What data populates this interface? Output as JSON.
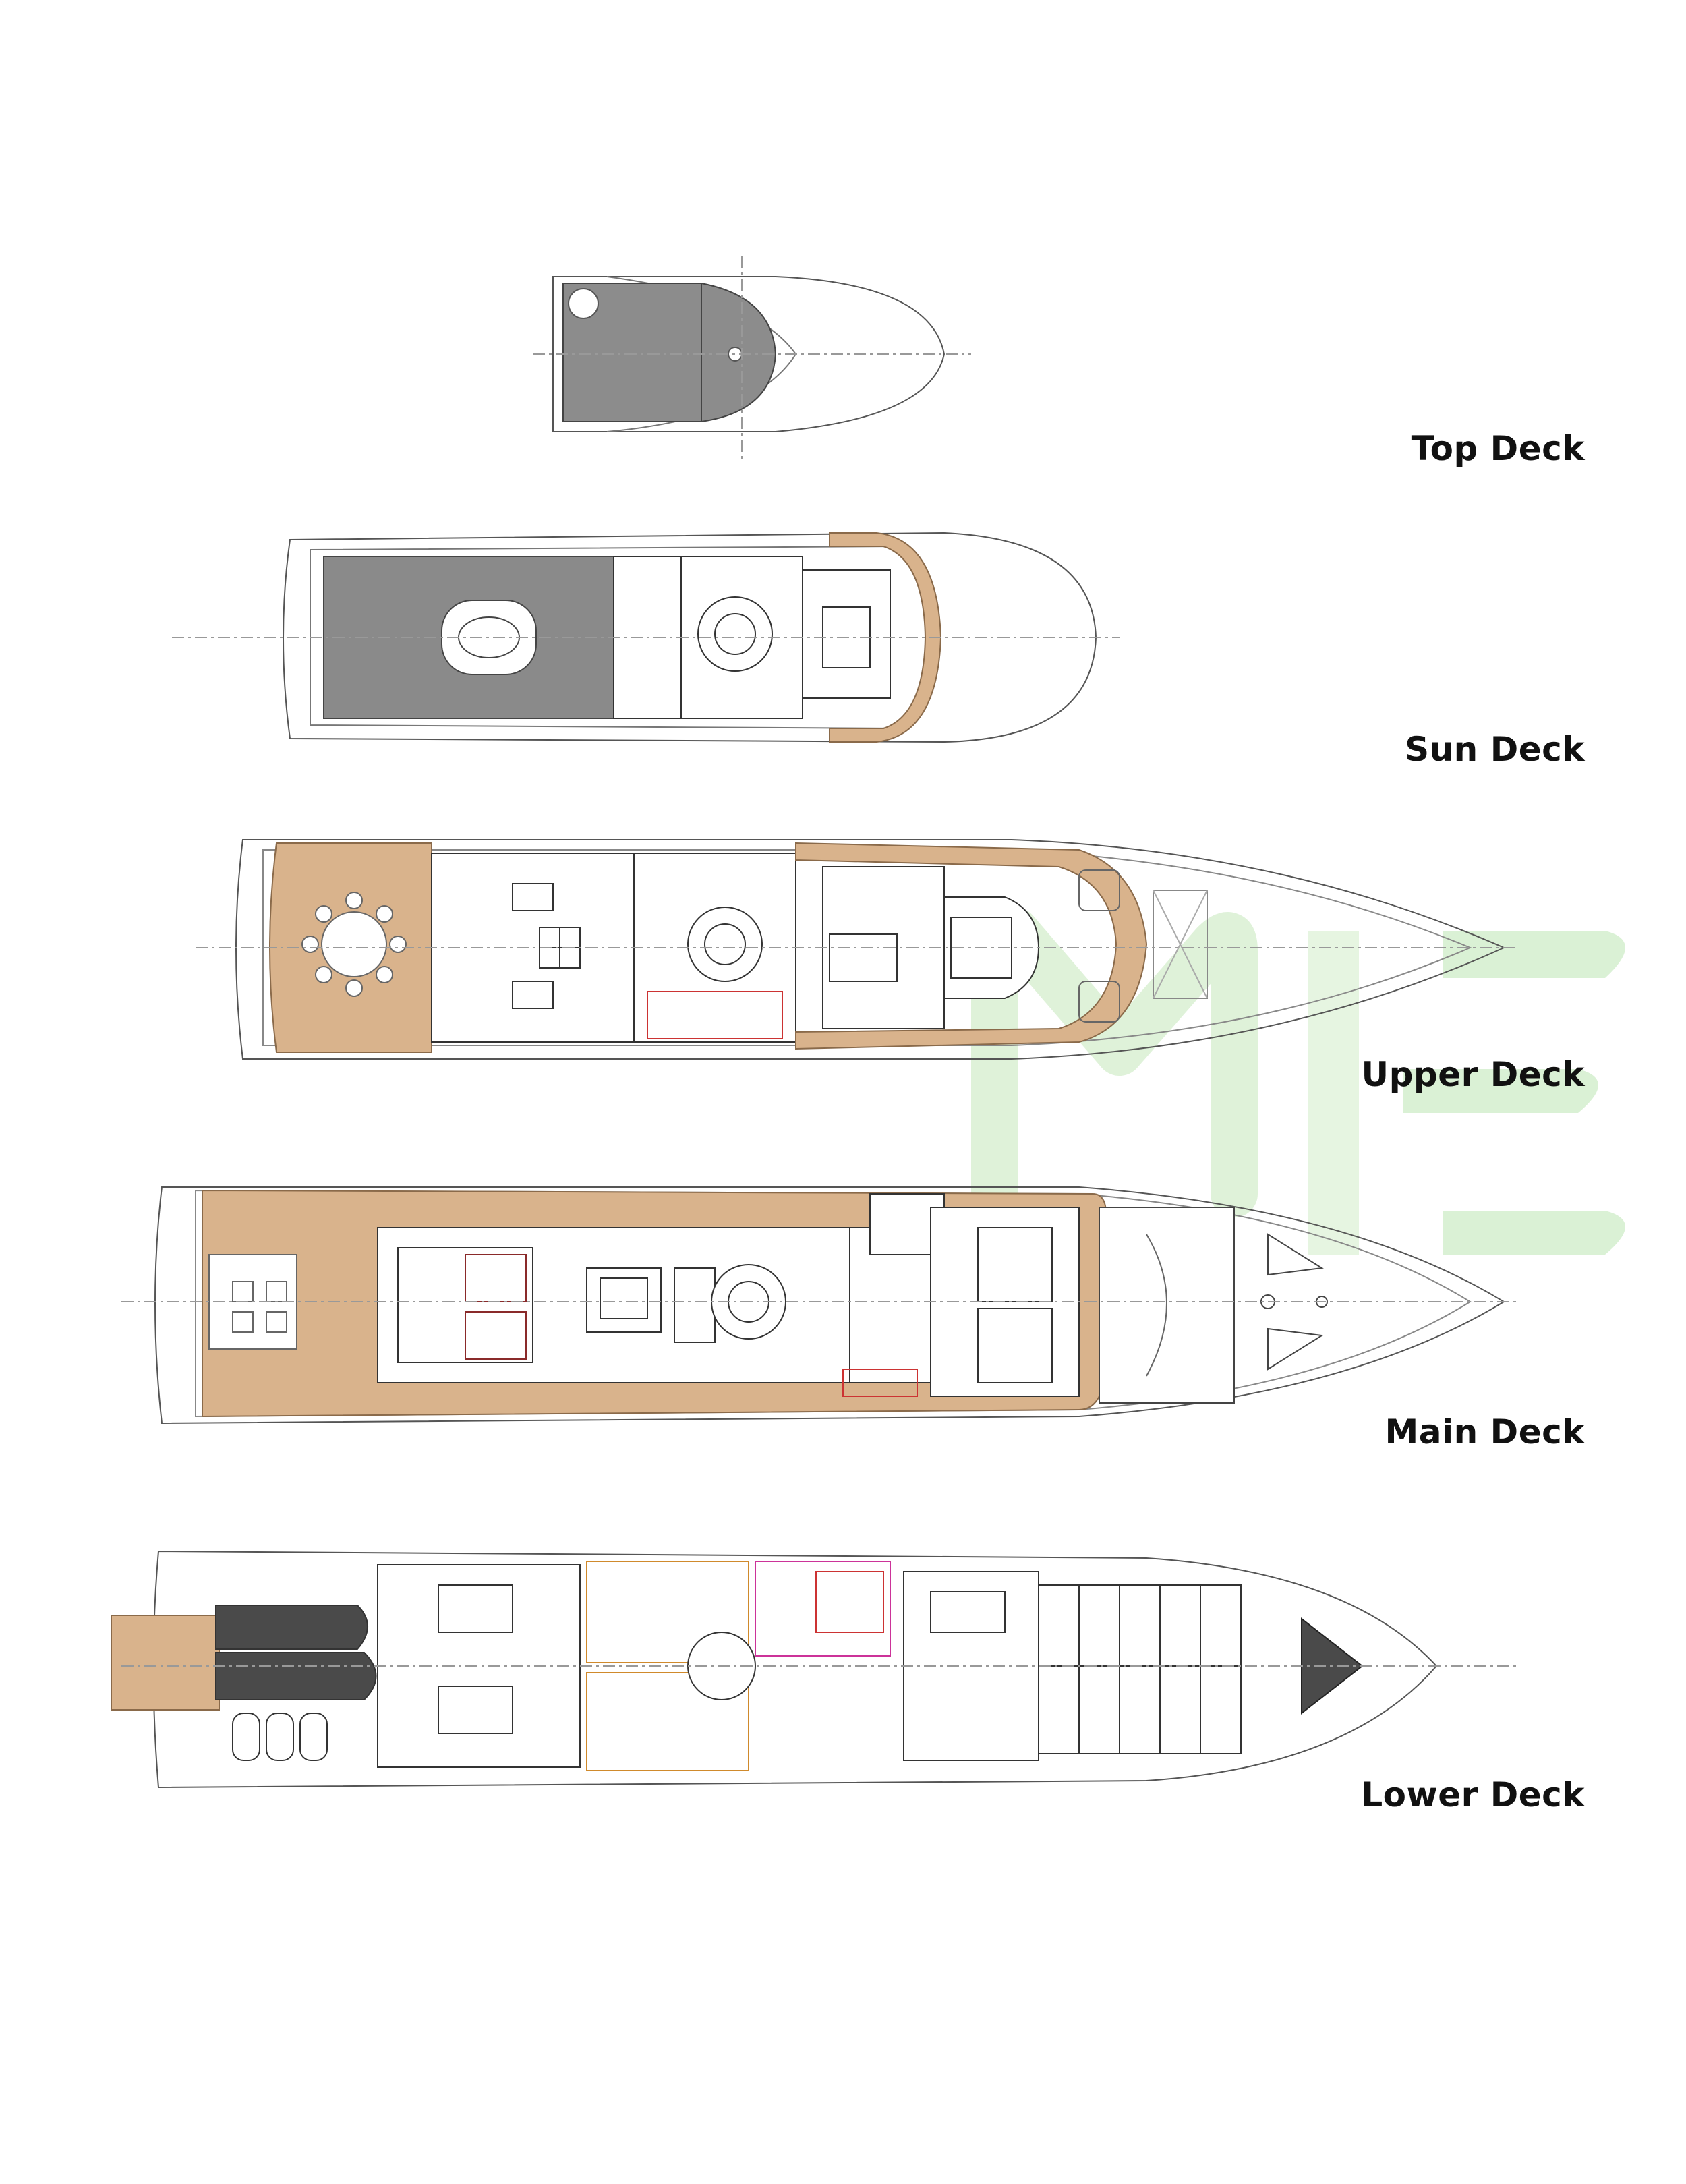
{
  "colors": {
    "line": "#555555",
    "deck_wood": "#d9b38c",
    "deck_grey": "#8c8c8c",
    "dark_grey": "#4a4a4a",
    "watermark": "#d6efd0",
    "accent_red": "#cc3333",
    "accent_orange": "#d08a2c",
    "accent_magenta": "#cc3399"
  },
  "decks": [
    {
      "id": "top",
      "label": "Top Deck"
    },
    {
      "id": "sun",
      "label": "Sun Deck"
    },
    {
      "id": "upper",
      "label": "Upper Deck"
    },
    {
      "id": "main",
      "label": "Main Deck"
    },
    {
      "id": "lower",
      "label": "Lower Deck"
    }
  ]
}
